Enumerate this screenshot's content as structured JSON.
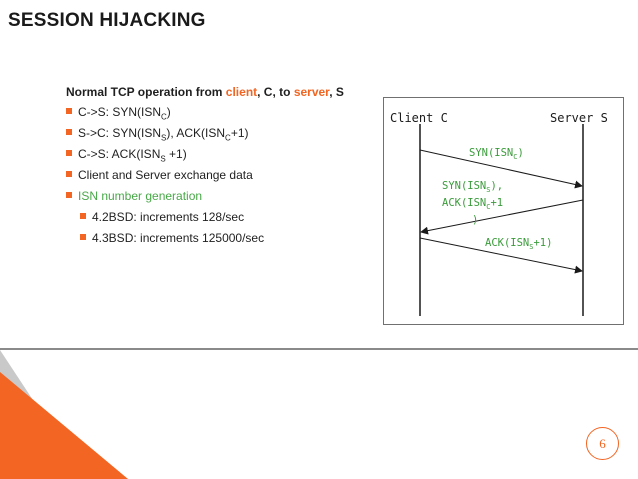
{
  "slide": {
    "title": "SESSION HIJACKING",
    "page_number": "6",
    "accent_color": "#f26522"
  },
  "content": {
    "heading_parts": [
      "Normal TCP operation from ",
      "client",
      ", C, to ",
      "server",
      ", S"
    ],
    "bullets": [
      {
        "pre": "C->S: SYN(ISN",
        "sub": "C",
        "post": ")"
      },
      {
        "pre": "S->C: SYN(ISN",
        "sub": "S",
        "mid": "), ACK(ISN",
        "sub2": "C",
        "post": "+1)"
      },
      {
        "pre": "C->S: ACK(ISN",
        "sub": "S",
        "post": " +1)"
      },
      {
        "text": "Client and Server exchange data"
      },
      {
        "text": "ISN number generation"
      }
    ],
    "sub_bullets": [
      "4.2BSD: increments 128/sec",
      "4.3BSD: increments 125000/sec"
    ]
  },
  "diagram": {
    "client_label": "Client C",
    "server_label": "Server S",
    "msg1": {
      "pre": "SYN(ISN",
      "sub": "C",
      "post": ")"
    },
    "msg2": {
      "line1_pre": "SYN(ISN",
      "line1_sub": "S",
      "line1_post": "),",
      "line2_pre": "ACK(ISN",
      "line2_sub": "C",
      "line2_post": "+1",
      "line3": ")"
    },
    "msg3": {
      "pre": "ACK(ISN",
      "sub": "S",
      "post": "+1)"
    }
  }
}
